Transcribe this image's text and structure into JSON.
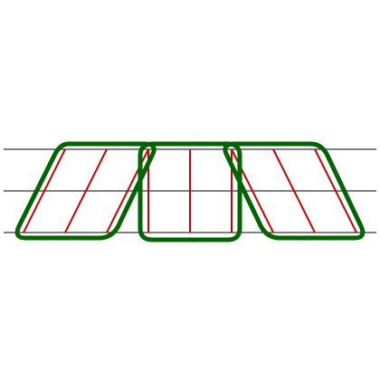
{
  "diagram": {
    "horizontal_lines": 3,
    "segments": [
      {
        "id": "left",
        "shape": "parallelogram",
        "slant": "right"
      },
      {
        "id": "middle",
        "shape": "rectangle",
        "slant": "vertical"
      },
      {
        "id": "right",
        "shape": "parallelogram",
        "slant": "left"
      }
    ],
    "colors": {
      "guide_line": "#000000",
      "hatch_line": "#cc0000",
      "outline": "#006400",
      "background": "#ffffff"
    }
  }
}
